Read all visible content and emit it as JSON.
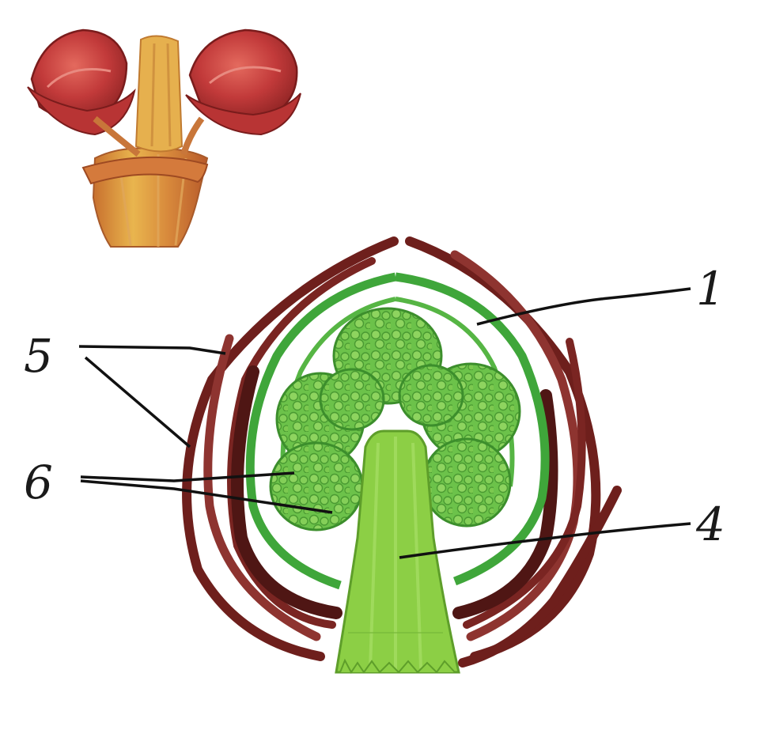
{
  "figure": {
    "callouts": [
      {
        "id": "1",
        "text": "1"
      },
      {
        "id": "4",
        "text": "4"
      },
      {
        "id": "5",
        "text": "5"
      },
      {
        "id": "6",
        "text": "6"
      }
    ]
  },
  "colors": {
    "bud_scale_dark": "#6e1f1c",
    "bud_scale_mid": "#8e3430",
    "bud_scale_light": "#b04a40",
    "leaf_primordium": "#3fa63a",
    "growth_cone": "#6cc24a",
    "stem_axis": "#8ccf45",
    "external_bud_red": "#c23a3a",
    "external_stem": "#d89a40"
  }
}
